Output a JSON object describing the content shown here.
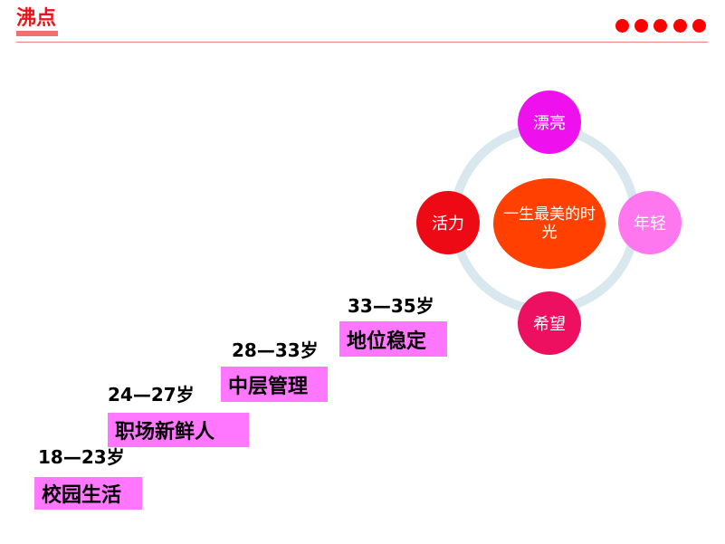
{
  "logo": {
    "text": "沸点"
  },
  "colors": {
    "accent": "#ff0000",
    "step_box": "#ff77ff",
    "ring": "#d8e8ee"
  },
  "steps": [
    {
      "age": "18—23岁",
      "label": "校园生活"
    },
    {
      "age": "24—27岁",
      "label": "职场新鲜人"
    },
    {
      "age": "28—33岁",
      "label": "中层管理"
    },
    {
      "age": "33—35岁",
      "label": "地位稳定"
    }
  ],
  "diagram": {
    "center": "一生最美的时光",
    "top": "漂亮",
    "left": "活力",
    "right": "年轻",
    "bottom": "希望"
  }
}
